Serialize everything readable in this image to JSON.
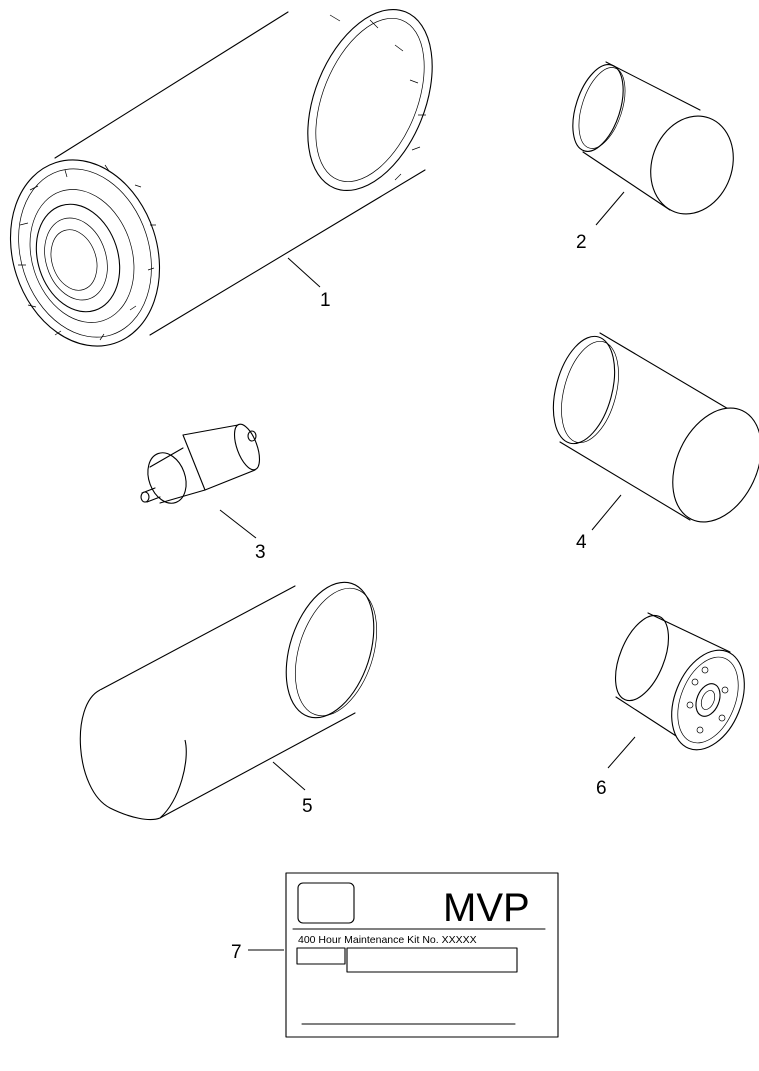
{
  "callouts": {
    "item1": "1",
    "item2": "2",
    "item3": "3",
    "item4": "4",
    "item5": "5",
    "item6": "6",
    "item7": "7"
  },
  "decal": {
    "brand": "MVP",
    "kit_label": "400 Hour Maintenance Kit No. XXXXX"
  }
}
